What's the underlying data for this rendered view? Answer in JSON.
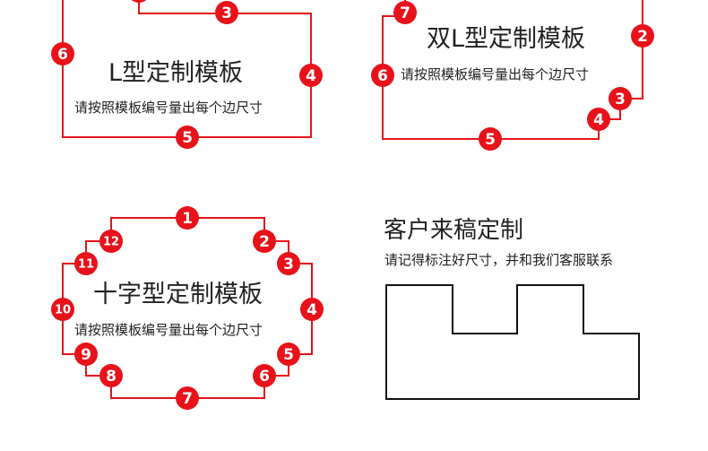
{
  "colors": {
    "template_outline": "#e8121a",
    "marker_fill": "#e8121a",
    "marker_text": "#ffffff",
    "custom_outline": "#111111",
    "text": "#222222"
  },
  "panels": {
    "l_shape": {
      "title": "L型定制模板",
      "subtitle": "请按照模板编号量出每个边尺寸",
      "markers": [
        "3",
        "4",
        "5",
        "6"
      ]
    },
    "double_l": {
      "title": "双L型定制模板",
      "subtitle": "请按照模板编号量出每个边尺寸",
      "markers": [
        "7",
        "2",
        "6",
        "3",
        "4",
        "5"
      ]
    },
    "cross": {
      "title": "十字型定制模板",
      "subtitle": "请按照模板编号量出每个边尺寸",
      "markers": [
        "1",
        "12",
        "2",
        "11",
        "3",
        "10",
        "4",
        "9",
        "5",
        "8",
        "6",
        "7"
      ]
    },
    "custom": {
      "title": "客户来稿定制",
      "subtitle": "请记得标注好尺寸，并和我们客服联系"
    }
  }
}
